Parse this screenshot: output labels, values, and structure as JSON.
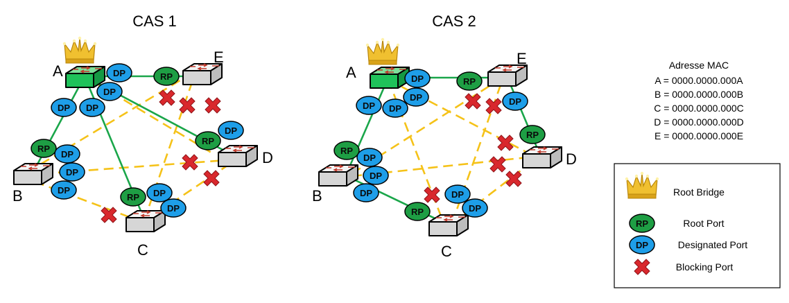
{
  "colors": {
    "link_active": "#1aa64a",
    "link_blocked": "#f5c218",
    "rp_fill": "#1e9e44",
    "dp_fill": "#1e9ee8",
    "block_x": "#d9282d",
    "root_switch": "#1fc25a",
    "switch": "#e2e2e2",
    "crown": "#e8b21a"
  },
  "icons": {
    "root_bridge": "crown-icon",
    "switch": "network-switch-icon",
    "blocking": "red-x-icon"
  },
  "cas1": {
    "title": "CAS 1",
    "switches": {
      "A": "A",
      "B": "B",
      "C": "C",
      "D": "D",
      "E": "E"
    }
  },
  "cas2": {
    "title": "CAS 2",
    "switches": {
      "A": "A",
      "B": "B",
      "C": "C",
      "D": "D",
      "E": "E"
    }
  },
  "badges": {
    "rp": "RP",
    "dp": "DP"
  },
  "mac": {
    "title": "Adresse MAC",
    "entries": [
      "A = 0000.0000.000A",
      "B = 0000.0000.000B",
      "C = 0000.0000.000C",
      "D = 0000.0000.000D",
      "E = 0000.0000.000E"
    ]
  },
  "legend": {
    "root_bridge": "Root Bridge",
    "root_port": "Root Port",
    "designated_port": "Designated Port",
    "blocking_port": "Blocking Port"
  }
}
